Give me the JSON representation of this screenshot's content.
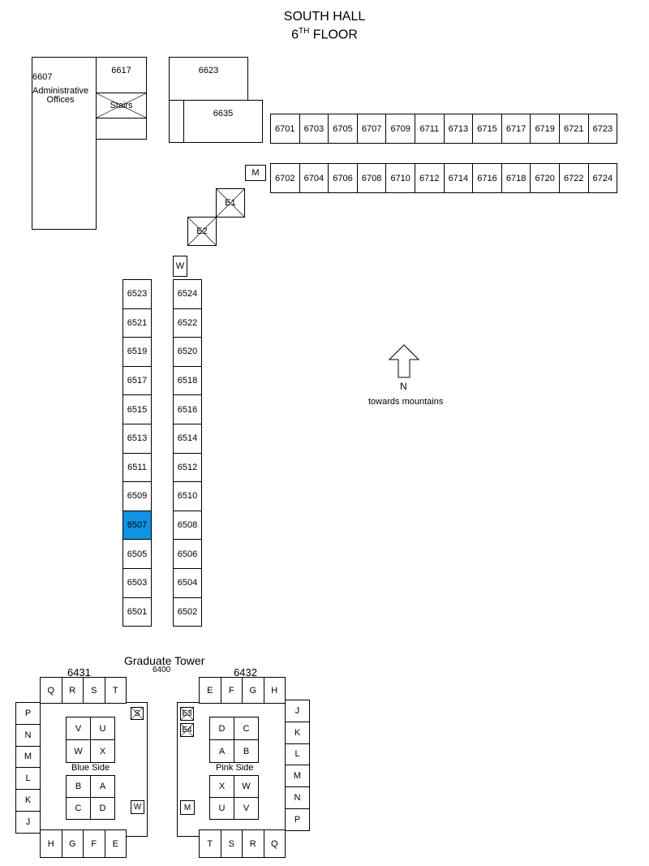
{
  "title": {
    "line1": "SOUTH HALL",
    "line2_main": "6",
    "line2_sup": "TH",
    "line2_rest": " FLOOR"
  },
  "admin": {
    "room": "6607",
    "label1": "Administrative",
    "label2": "Offices"
  },
  "rooms_misc": {
    "r6617": "6617",
    "stairs": "Stairs",
    "r6623": "6623",
    "r6635": "6635",
    "m": "M",
    "e1": "E1",
    "e2": "E2",
    "w": "W"
  },
  "row_6700_top": [
    "6701",
    "6703",
    "6705",
    "6707",
    "6709",
    "6711",
    "6713",
    "6715",
    "6717",
    "6719",
    "6721",
    "6723"
  ],
  "row_6700_bottom": [
    "6702",
    "6704",
    "6706",
    "6708",
    "6710",
    "6712",
    "6714",
    "6716",
    "6718",
    "6720",
    "6722",
    "6724"
  ],
  "col_6500_odd": [
    "6523",
    "6521",
    "6519",
    "6517",
    "6515",
    "6513",
    "6511",
    "6509",
    "6507",
    "6505",
    "6503",
    "6501"
  ],
  "col_6500_even": [
    "6524",
    "6522",
    "6520",
    "6518",
    "6516",
    "6514",
    "6512",
    "6510",
    "6508",
    "6506",
    "6504",
    "6502"
  ],
  "highlight": {
    "room": "6507",
    "color": "#0f93e3"
  },
  "north": {
    "letter": "N",
    "caption": "towards mountains"
  },
  "grad": {
    "title": "Graduate Tower",
    "number": "6400",
    "left_num": "6431",
    "right_num": "6432",
    "left_top": [
      "Q",
      "R",
      "S",
      "T"
    ],
    "left_side": [
      "P",
      "N",
      "M",
      "L",
      "K",
      "J"
    ],
    "left_bottom": [
      "H",
      "G",
      "F",
      "E"
    ],
    "left_upper_grid": [
      "V",
      "U",
      "W",
      "X"
    ],
    "left_lower_grid": [
      "B",
      "A",
      "C",
      "D"
    ],
    "left_caption": "Blue Side",
    "left_s": "S",
    "left_w": "W",
    "right_top": [
      "E",
      "F",
      "G",
      "H"
    ],
    "right_side": [
      "J",
      "K",
      "L",
      "M",
      "N",
      "P"
    ],
    "right_bottom": [
      "T",
      "S",
      "R",
      "Q"
    ],
    "right_upper_grid": [
      "D",
      "C",
      "A",
      "B"
    ],
    "right_lower_grid": [
      "X",
      "W",
      "U",
      "V"
    ],
    "right_caption": "Pink Side",
    "e3": "E3",
    "e4": "E4",
    "right_m": "M"
  }
}
